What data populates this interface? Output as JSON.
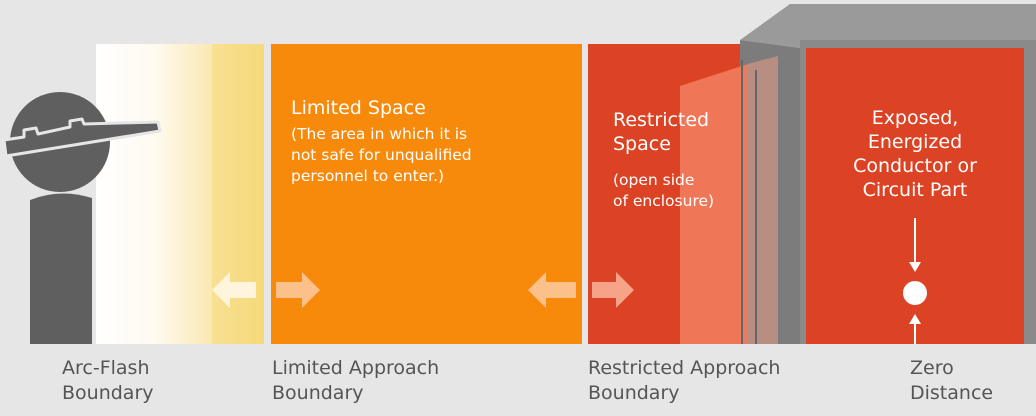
{
  "zones": {
    "limited": {
      "title": "Limited Space",
      "note_lines": [
        "(The area in which it is",
        "not safe for unqualified",
        "personnel to enter.)"
      ]
    },
    "restricted": {
      "title_lines": [
        "Restricted",
        "Space"
      ],
      "note_lines": [
        "(open side",
        "of enclosure)"
      ]
    },
    "exposed": {
      "title_lines": [
        "Exposed,",
        "Energized",
        "Conductor or",
        "Circuit Part"
      ]
    }
  },
  "boundaries": {
    "arc_flash": [
      "Arc-Flash",
      "Boundary"
    ],
    "limited_approach": [
      "Limited Approach",
      "Boundary"
    ],
    "restricted_approach": [
      "Restricted Approach",
      "Boundary"
    ],
    "zero_distance": [
      "Zero",
      "Distance"
    ]
  },
  "icons": {
    "worker": "worker-with-hard-hat-icon",
    "arrows": "double-arrow-icon",
    "conductor": "conductor-point-icon"
  },
  "colors": {
    "background": "#e6e6e6",
    "limited_space": "#f7890b",
    "restricted_space": "#dc4324",
    "enclosure_gray": "#8a8a8a",
    "worker_gray": "#5f5f5f",
    "arc_flash_yellow": "#f6d97a",
    "label_text": "#555555"
  }
}
